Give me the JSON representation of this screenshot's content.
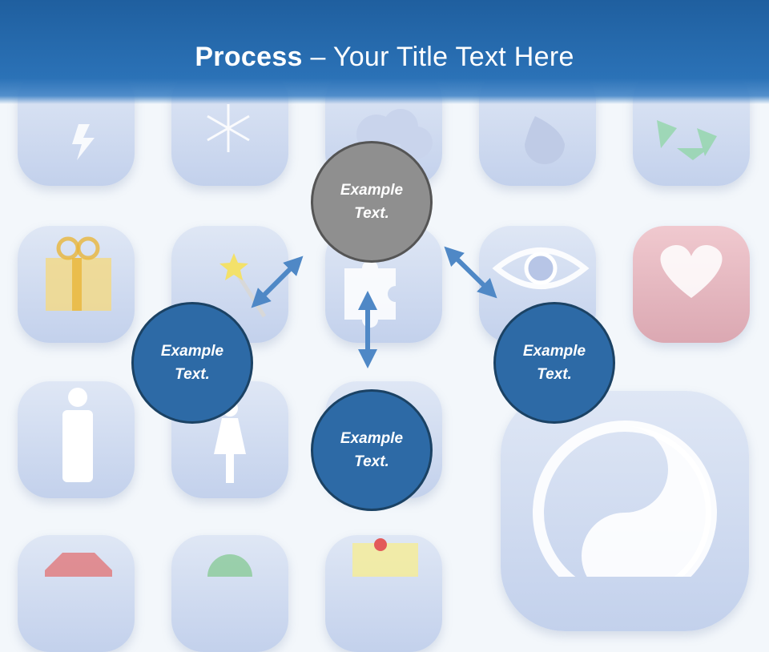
{
  "title": {
    "bold": "Process",
    "rest": " – Your Title Text Here"
  },
  "nodes": {
    "top": "Example Text.",
    "left": "Example Text.",
    "bottom": "Example Text.",
    "right": "Example Text."
  },
  "colors": {
    "header": "#2b72b7",
    "node_blue": "#2d6aa6",
    "node_grey": "#8f8f8f",
    "arrow": "#4f88c6"
  }
}
